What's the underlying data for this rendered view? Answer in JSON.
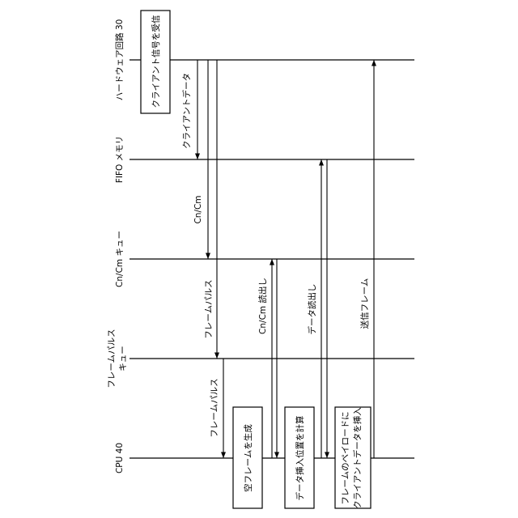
{
  "lanes": [
    {
      "id": "hw",
      "label": "ハードウェア回路 30"
    },
    {
      "id": "fifo",
      "label": "FIFO メモリ"
    },
    {
      "id": "cq",
      "label": "Cn/Cm キュー"
    },
    {
      "id": "fpq",
      "label": [
        "フレームパルス",
        "キュー"
      ]
    },
    {
      "id": "cpu",
      "label": "CPU 40"
    }
  ],
  "boxes": [
    {
      "id": "client-signal-receive",
      "lines": [
        "クライアント信号を受信"
      ]
    },
    {
      "id": "empty-frame-generate",
      "lines": [
        "空フレームを生成"
      ]
    },
    {
      "id": "data-insert-position-calc",
      "lines": [
        "データ挿入位置を計算"
      ]
    },
    {
      "id": "insert-client-data",
      "lines": [
        "フレームのペイロードに",
        "クライアントデータを挿入"
      ]
    }
  ],
  "messages": [
    {
      "id": "client-data",
      "label": "クライアントデータ"
    },
    {
      "id": "cn-cm",
      "label": "Cn/Cm"
    },
    {
      "id": "frame-pulse-1",
      "label": "フレームパルス"
    },
    {
      "id": "frame-pulse-2",
      "label": "フレームパルス"
    },
    {
      "id": "cn-cm-read",
      "label": "Cn/Cm 読出し"
    },
    {
      "id": "data-read",
      "label": "データ読出し"
    },
    {
      "id": "send-frame",
      "label": "送信フレーム"
    }
  ]
}
